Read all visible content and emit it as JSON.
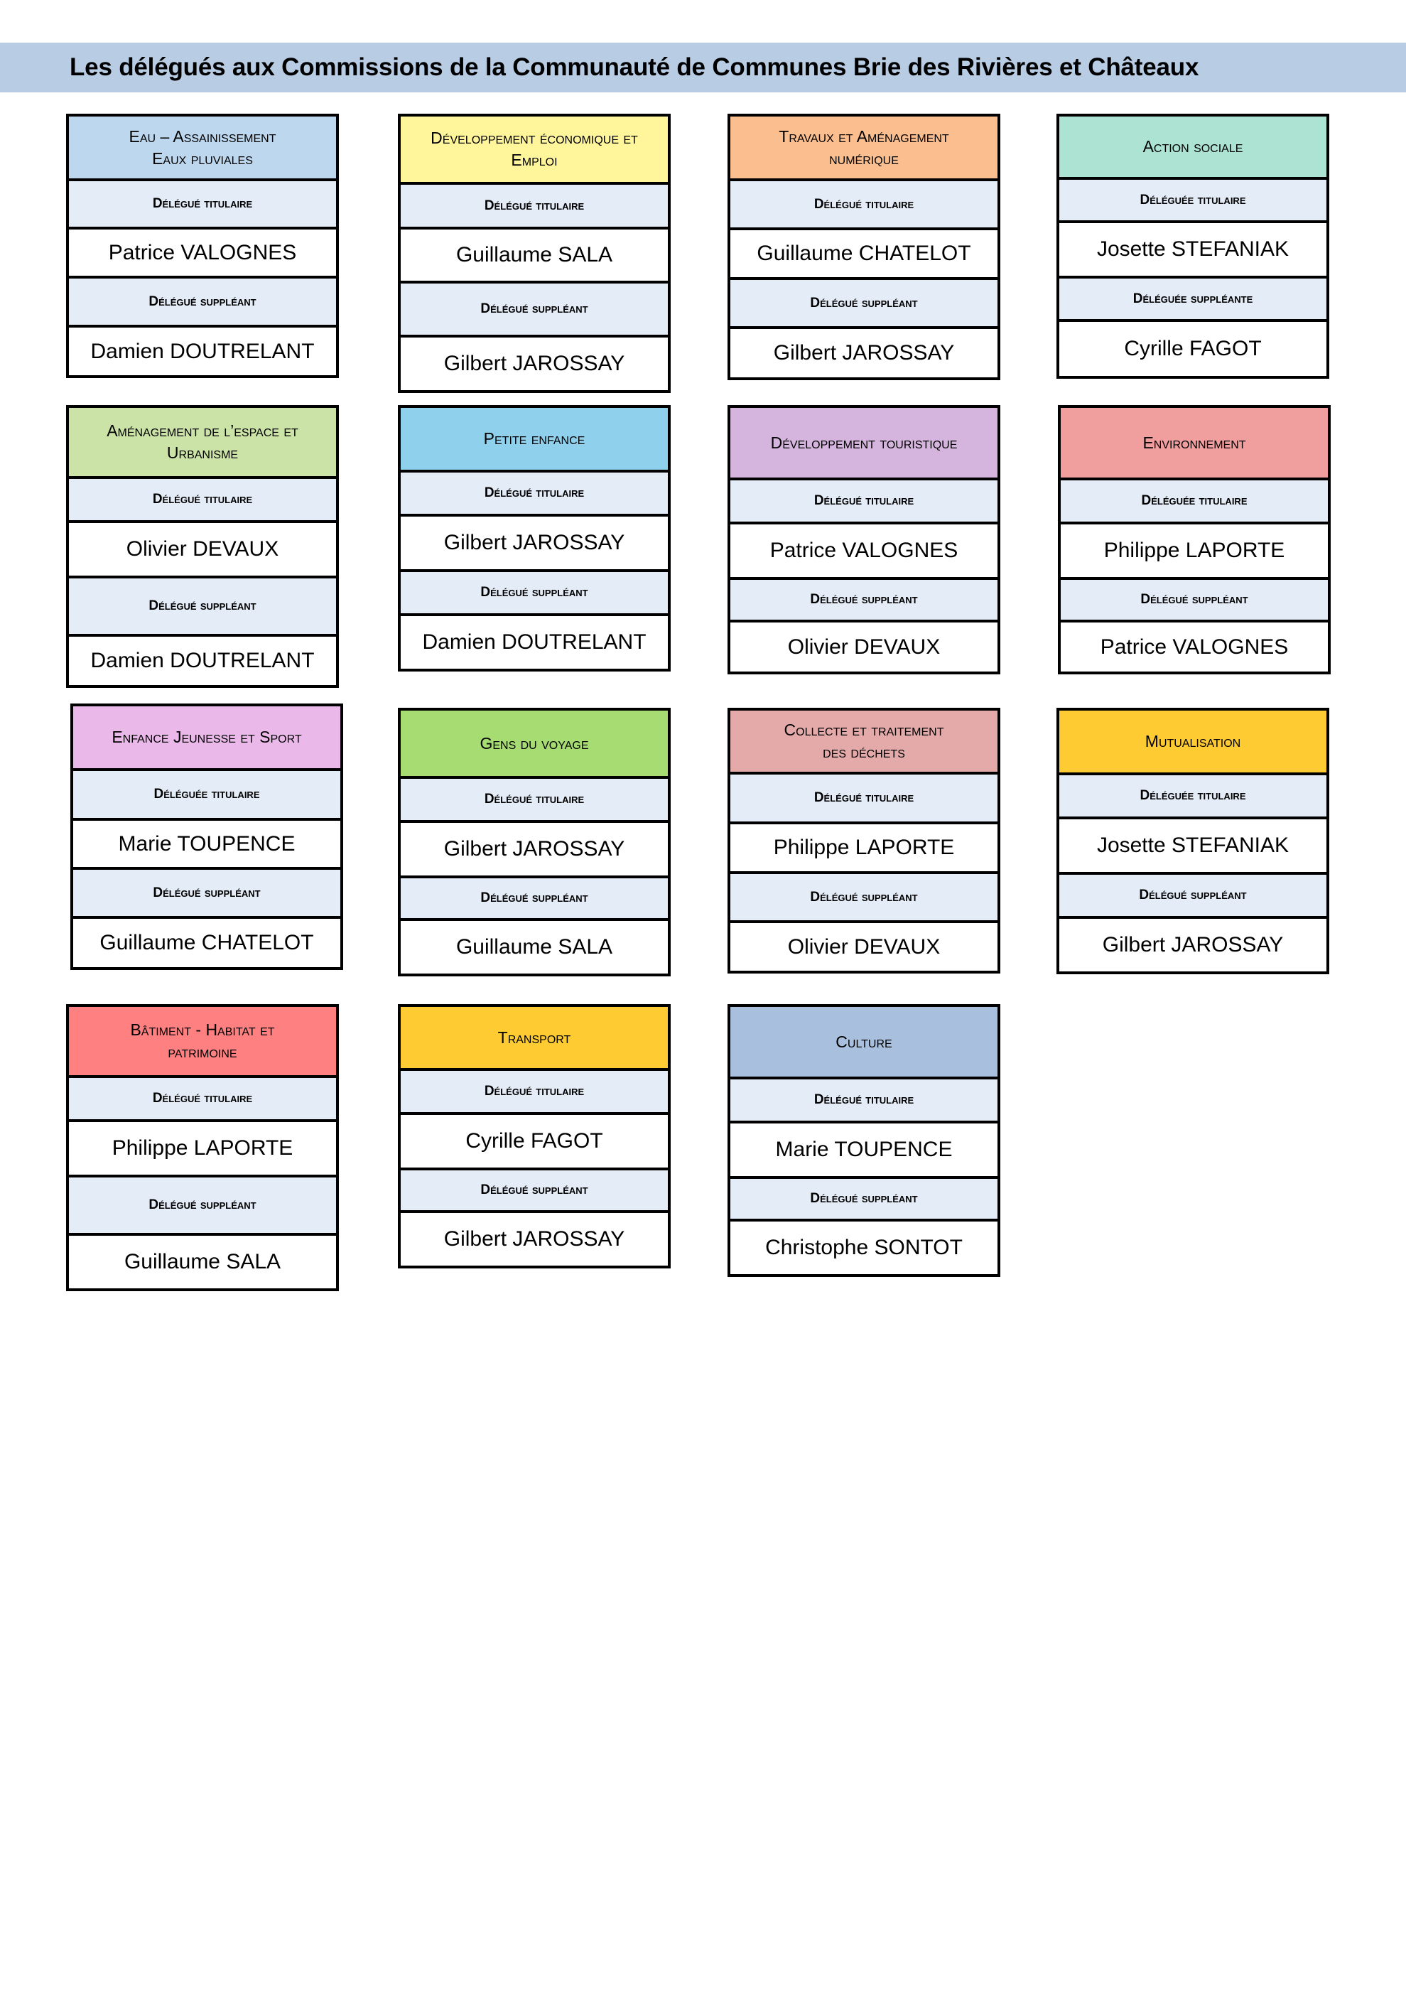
{
  "title": "Les délégués aux Commissions de la Communauté de Communes Brie des Rivières et Châteaux",
  "colors": {
    "banner": "#b8cce4",
    "label_background": "#e4ecf7"
  },
  "commissions": [
    {
      "title": "Eau – Assainissement\nEaux pluviales",
      "color": "#bdd7ee",
      "label1": "Délégué titulaire",
      "titulaire": "Patrice VALOGNES",
      "label2": "Délégué suppléant",
      "suppleant": "Damien DOUTRELANT"
    },
    {
      "title": "Développement économique et\nEmploi",
      "color": "#fff59a",
      "label1": "Délégué titulaire",
      "titulaire": "Guillaume SALA",
      "label2": "Délégué suppléant",
      "suppleant": "Gilbert JAROSSAY"
    },
    {
      "title": "Travaux et Aménagement\nnumérique",
      "color": "#fbbf8f",
      "label1": "Délégué titulaire",
      "titulaire": "Guillaume CHATELOT",
      "label2": "Délégué suppléant",
      "suppleant": "Gilbert JAROSSAY"
    },
    {
      "title": "Action sociale",
      "color": "#ade3d3",
      "label1": "Déléguée titulaire",
      "titulaire": "Josette STEFANIAK",
      "label2": "Déléguée suppléante",
      "suppleant": "Cyrille FAGOT"
    },
    {
      "title": "Aménagement de l’espace et\nUrbanisme",
      "color": "#cce3a7",
      "label1": "Délégué titulaire",
      "titulaire": "Olivier DEVAUX",
      "label2": "Délégué suppléant",
      "suppleant": "Damien DOUTRELANT"
    },
    {
      "title": "Petite enfance",
      "color": "#8fd0ec",
      "label1": "Délégué titulaire",
      "titulaire": "Gilbert JAROSSAY",
      "label2": "Délégué suppléant",
      "suppleant": "Damien DOUTRELANT"
    },
    {
      "title": "Développement touristique",
      "color": "#d5b5de",
      "label1": "Délégué titulaire",
      "titulaire": "Patrice VALOGNES",
      "label2": "Délégué suppléant",
      "suppleant": "Olivier DEVAUX"
    },
    {
      "title": "Environnement",
      "color": "#f19e9e",
      "label1": "Déléguée titulaire",
      "titulaire": "Philippe LAPORTE",
      "label2": "Délégué suppléant",
      "suppleant": "Patrice VALOGNES"
    },
    {
      "title": "Enfance Jeunesse et Sport",
      "color": "#eab9ea",
      "label1": "Déléguée titulaire",
      "titulaire": "Marie TOUPENCE",
      "label2": "Délégué suppléant",
      "suppleant": "Guillaume CHATELOT"
    },
    {
      "title": "Gens du voyage",
      "color": "#a6dc72",
      "label1": "Délégué titulaire",
      "titulaire": "Gilbert JAROSSAY",
      "label2": "Délégué suppléant",
      "suppleant": "Guillaume SALA"
    },
    {
      "title": "Collecte  et traitement\ndes déchets",
      "color": "#e3aaa9",
      "label1": "Délégué titulaire",
      "titulaire": "Philippe LAPORTE",
      "label2": "Délégué suppléant",
      "suppleant": "Olivier DEVAUX"
    },
    {
      "title": "Mutualisation",
      "color": "#fecb33",
      "label1": "Déléguée titulaire",
      "titulaire": "Josette STEFANIAK",
      "label2": "Délégué suppléant",
      "suppleant": "Gilbert JAROSSAY"
    },
    {
      "title": "Bâtiment - Habitat et\npatrimoine",
      "color": "#fe8080",
      "label1": "Délégué titulaire",
      "titulaire": "Philippe LAPORTE",
      "label2": "Délégué suppléant",
      "suppleant": "Guillaume SALA"
    },
    {
      "title": "Transport",
      "color": "#fecb33",
      "label1": "Délégué titulaire",
      "titulaire": "Cyrille FAGOT",
      "label2": "Délégué suppléant",
      "suppleant": "Gilbert JAROSSAY"
    },
    {
      "title": "Culture",
      "color": "#a8c0dd",
      "label1": "Délégué titulaire",
      "titulaire": "Marie TOUPENCE",
      "label2": "Délégué suppléant",
      "suppleant": "Christophe SONTOT"
    }
  ]
}
